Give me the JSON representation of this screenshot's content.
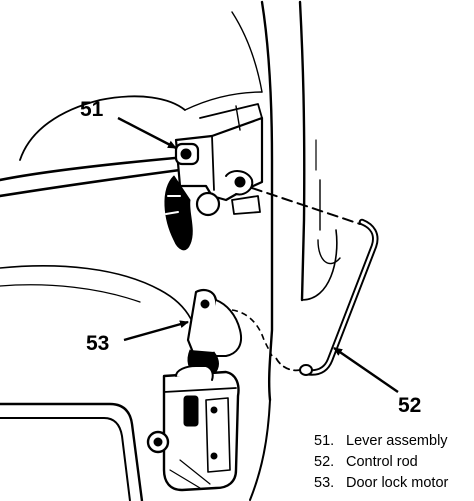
{
  "callouts": {
    "c51": "51",
    "c52": "52",
    "c53": "53"
  },
  "legend": [
    {
      "num": "51.",
      "label": "Lever assembly"
    },
    {
      "num": "52.",
      "label": "Control rod"
    },
    {
      "num": "53.",
      "label": "Door lock motor"
    }
  ]
}
